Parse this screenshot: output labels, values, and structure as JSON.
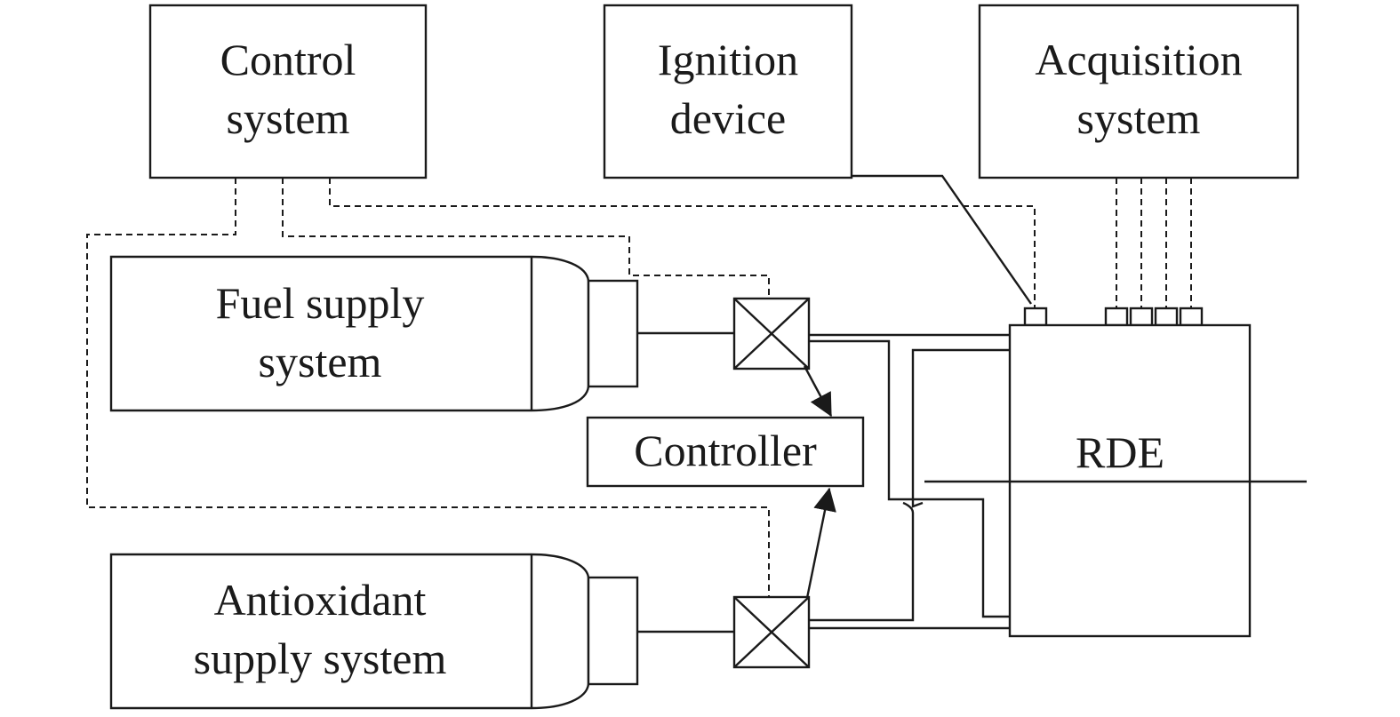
{
  "control_system": {
    "line1": "Control",
    "line2": "system"
  },
  "ignition_device": {
    "line1": "Ignition",
    "line2": "device"
  },
  "acquisition_system": {
    "line1": "Acquisition",
    "line2": "system"
  },
  "fuel_supply": {
    "line1": "Fuel supply",
    "line2": "system"
  },
  "antioxidant_supply": {
    "line1": "Antioxidant",
    "line2": "supply system"
  },
  "controller": {
    "label": "Controller"
  },
  "rde": {
    "label": "RDE"
  }
}
